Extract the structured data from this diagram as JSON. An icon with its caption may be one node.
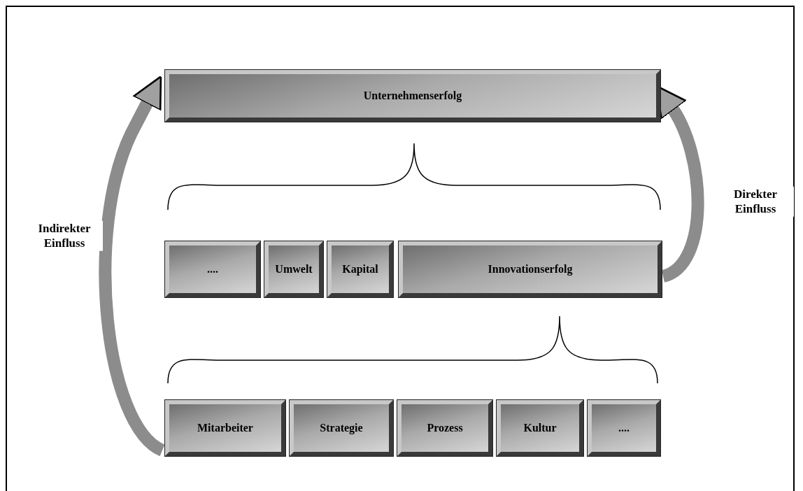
{
  "diagram": {
    "nodes": [
      {
        "text": [
          "Unternehmenserfolg"
        ]
      },
      {
        "text": [
          "...."
        ]
      },
      {
        "text": [
          "Umwelt"
        ]
      },
      {
        "text": [
          "Kapital"
        ]
      },
      {
        "text": [
          "Innovationserfolg"
        ]
      },
      {
        "text": [
          "Mitarbeiter"
        ]
      },
      {
        "text": [
          "Strategie"
        ]
      },
      {
        "text": [
          "Prozess"
        ]
      },
      {
        "text": [
          "Kultur"
        ]
      },
      {
        "text": [
          "...."
        ]
      }
    ],
    "edges": [
      {
        "from": 5,
        "to": 0,
        "arrow": "to",
        "label": "Indirekter Einfluss"
      },
      {
        "from": 4,
        "to": 0,
        "arrow": "to",
        "label": "Direkter Einfluss"
      }
    ]
  }
}
